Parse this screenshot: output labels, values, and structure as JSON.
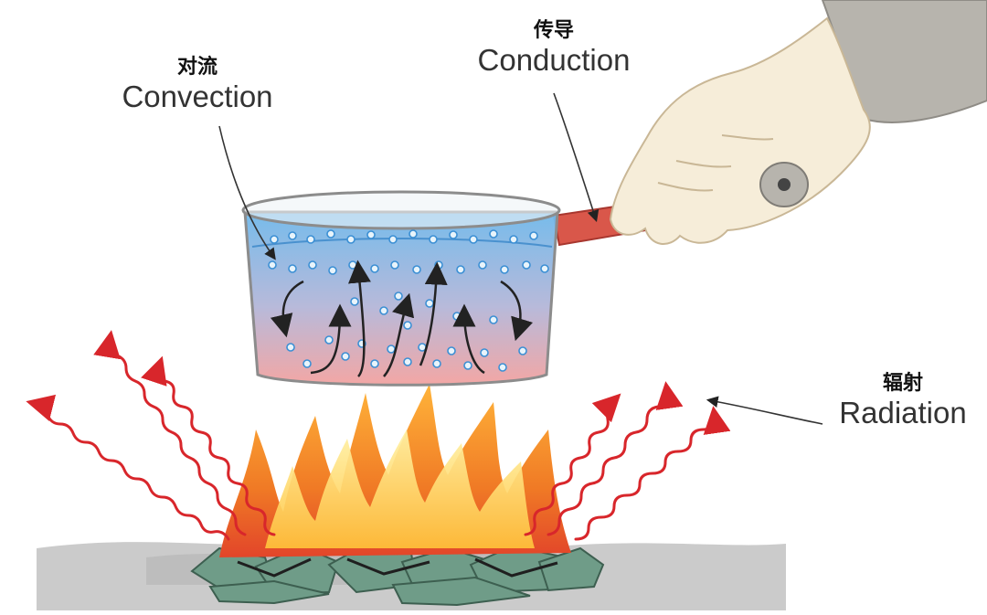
{
  "labels": {
    "convection": {
      "cn": "对流",
      "en": "Convection"
    },
    "conduction": {
      "cn": "传导",
      "en": "Conduction"
    },
    "radiation": {
      "cn": "辐射",
      "en": "Radiation"
    }
  },
  "colors": {
    "radiation_wave": "#d8262b",
    "flame_outer": "#f39a2b",
    "flame_inner": "#ffd24a",
    "water_top": "#6fb8ea",
    "water_bottom": "#f2a2a0",
    "bubble": "#3b8fd4",
    "pot_handle": "#d9574a",
    "hand_skin": "#f6edd9",
    "sleeve": "#b7b4ad",
    "coal": "#6f9c88",
    "ground": "#c9c9c9",
    "arrow": "#222222"
  },
  "icons": {
    "pot": "saucepan-icon",
    "hand": "hand-icon",
    "fire": "campfire-icon"
  }
}
